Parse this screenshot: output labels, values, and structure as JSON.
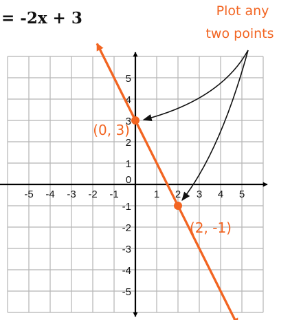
{
  "equation_text": "= -2x + 3",
  "annotation": {
    "line1": "Plot any",
    "line2": "two points"
  },
  "colors": {
    "accent": "#f26522",
    "axis": "#000000",
    "grid": "#b5b5b5",
    "text": "#111111"
  },
  "chart_data": {
    "type": "line",
    "xlim": [
      -6,
      6
    ],
    "ylim": [
      -6,
      6
    ],
    "grid": true,
    "x_ticks": [
      {
        "v": -5,
        "label": "-5"
      },
      {
        "v": -4,
        "label": "-4"
      },
      {
        "v": -3,
        "label": "-3"
      },
      {
        "v": -2,
        "label": "-2"
      },
      {
        "v": -1,
        "label": "-1"
      },
      {
        "v": 0,
        "label": "0"
      },
      {
        "v": 1,
        "label": "1"
      },
      {
        "v": 2,
        "label": "2"
      },
      {
        "v": 3,
        "label": "3"
      },
      {
        "v": 4,
        "label": "4"
      },
      {
        "v": 5,
        "label": "5"
      }
    ],
    "y_ticks": [
      {
        "v": 5,
        "label": "5"
      },
      {
        "v": 4,
        "label": "4"
      },
      {
        "v": 3,
        "label": "3"
      },
      {
        "v": 2,
        "label": "2"
      },
      {
        "v": 1,
        "label": "1"
      },
      {
        "v": -1,
        "label": "-1"
      },
      {
        "v": -2,
        "label": "-2"
      },
      {
        "v": -3,
        "label": "-3"
      },
      {
        "v": -4,
        "label": "-4"
      },
      {
        "v": -5,
        "label": "-5"
      }
    ],
    "line": {
      "slope": -2,
      "intercept": 3
    },
    "points": [
      {
        "x": 0,
        "y": 3,
        "label": "(0, 3)"
      },
      {
        "x": 2,
        "y": -1,
        "label": "(2, -1)"
      }
    ]
  }
}
